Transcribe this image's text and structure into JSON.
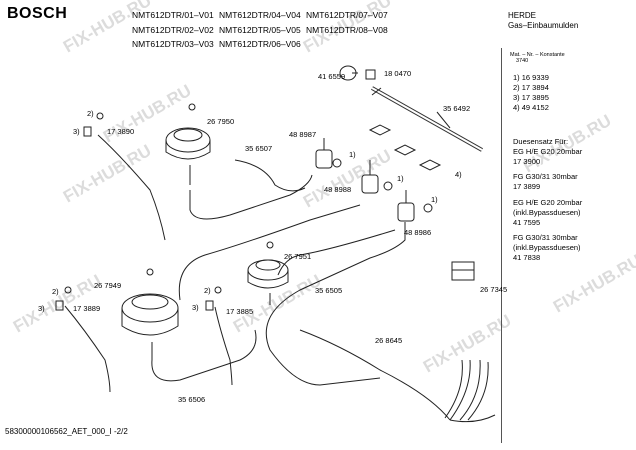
{
  "header": {
    "brand": "BOSCH",
    "models": [
      "NMT612DTR/01–V01",
      "NMT612DTR/02–V02",
      "NMT612DTR/03–V03",
      "NMT612DTR/04–V04",
      "NMT612DTR/05–V05",
      "NMT612DTR/06–V06",
      "NMT612DTR/07–V07",
      "NMT612DTR/08–V08"
    ],
    "product_line1": "HERDE",
    "product_line2": "Gas–Einbaumulden",
    "material_line1": "Mat. – Nr. – Konstante",
    "material_line2": "3740"
  },
  "notes": [
    "1) 16 9339",
    "2) 17 3894",
    "3) 17 3895",
    "4) 49 4152",
    "Duesensatz Für:",
    "EG H/E G20 20mbar",
    "17 3900",
    "FG G30/31 30mbar",
    "17 3899",
    "EG H/E G20 20mbar",
    "(inkl.Bypassduesen)",
    "41 7595",
    "FG G30/31 30mbar",
    "(inkl.Bypassduesen)",
    "41 7838"
  ],
  "parts": {
    "p416559": "41 6559",
    "p180470": "18 0470",
    "p356492": "35 6492",
    "p267950": "26 7950",
    "p488987": "48 8987",
    "p356507": "35 6507",
    "p488988": "48 8988",
    "p488986": "48 8986",
    "p173890": "17 3890",
    "p267951": "26 7951",
    "p267949": "26 7949",
    "p356505": "35 6505",
    "p267345": "26 7345",
    "p173889": "17 3889",
    "p173885": "17 3885",
    "p268645": "26 8645",
    "p356506": "35 6506"
  },
  "callouts": {
    "c1": "1)",
    "c2": "2)",
    "c3": "3)",
    "c4": "4)"
  },
  "footer": "58300000106562_AET_000_I   -2/2",
  "watermark": "FIX-HUB.RU"
}
